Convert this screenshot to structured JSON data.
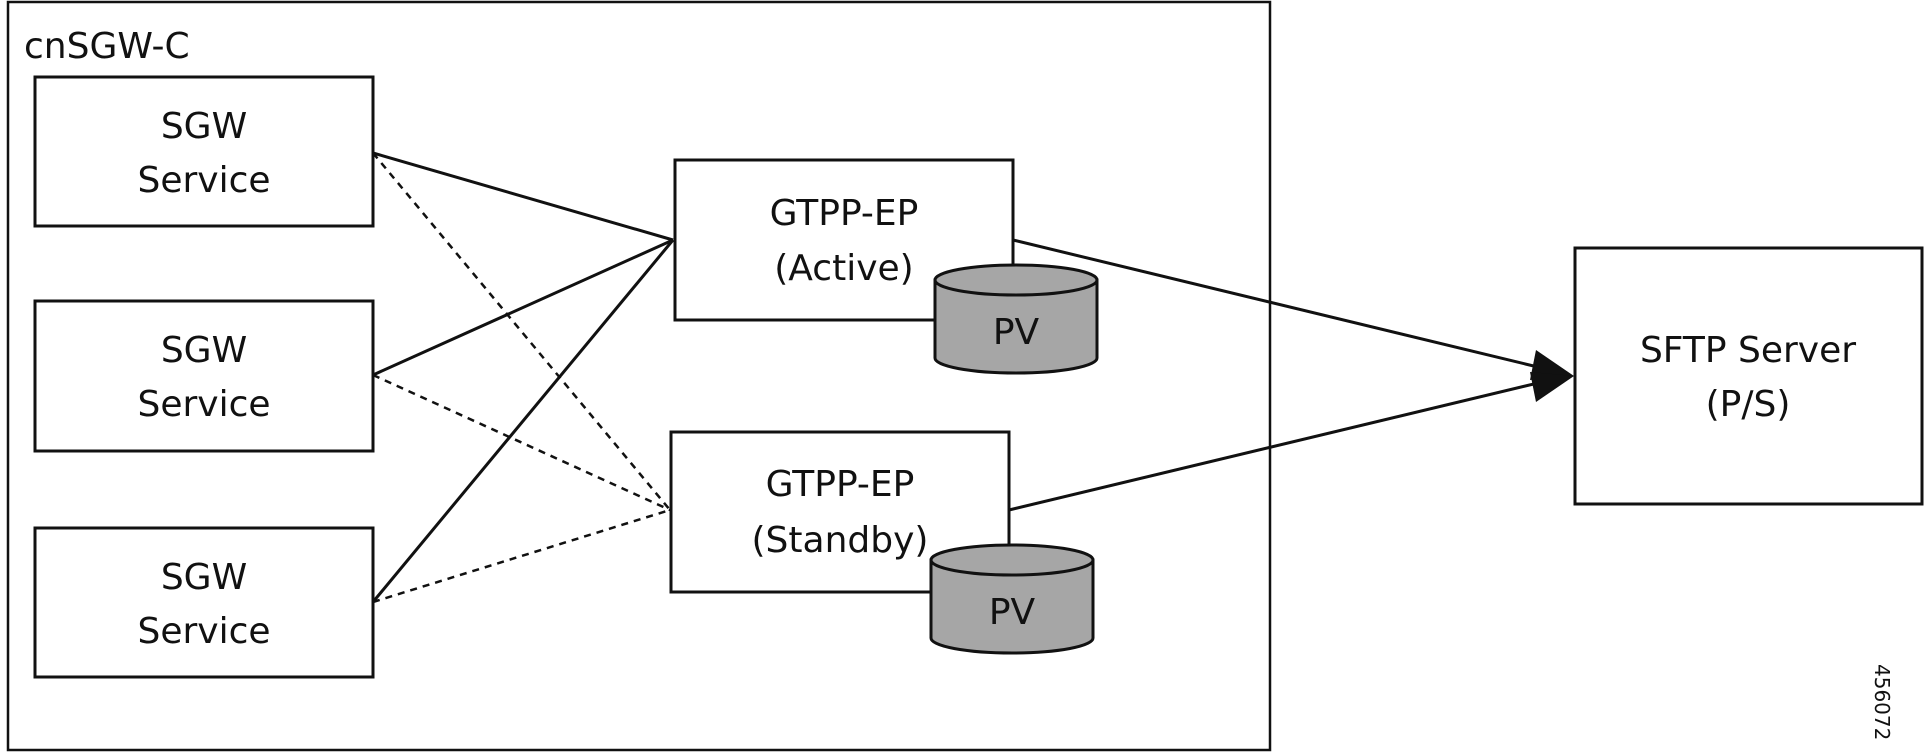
{
  "container": {
    "label": "cnSGW-C"
  },
  "sgw_services": [
    {
      "line1": "SGW",
      "line2": "Service"
    },
    {
      "line1": "SGW",
      "line2": "Service"
    },
    {
      "line1": "SGW",
      "line2": "Service"
    }
  ],
  "gtpp_active": {
    "line1": "GTPP-EP",
    "line2": "(Active)",
    "pv": "PV"
  },
  "gtpp_standby": {
    "line1": "GTPP-EP",
    "line2": "(Standby)",
    "pv": "PV"
  },
  "sftp_server": {
    "line1": "SFTP Server",
    "line2": "(P/S)"
  },
  "figure_id": "456072",
  "colors": {
    "stroke": "#111111",
    "pv_fill": "#a6a6a6",
    "background": "#ffffff"
  }
}
